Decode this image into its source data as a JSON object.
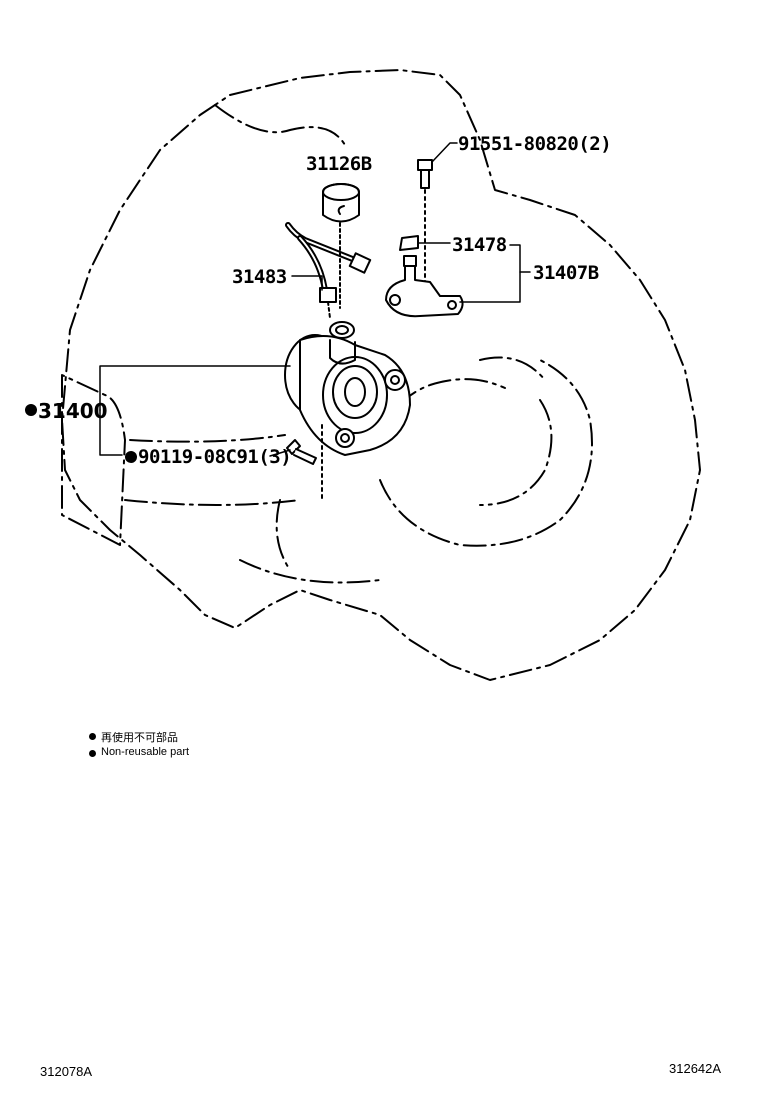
{
  "parts": {
    "p31126B": "31126B",
    "p91551": "91551-80820(2)",
    "p31478": "31478",
    "p31407B": "31407B",
    "p31483": "31483",
    "p31400": "31400",
    "p90119": "90119-08C91(3)"
  },
  "legend": {
    "item_jp": "再使用不可部品",
    "item_en": "Non-reusable part"
  },
  "footer": {
    "left_code": "312078A",
    "right_code": "312642A"
  }
}
